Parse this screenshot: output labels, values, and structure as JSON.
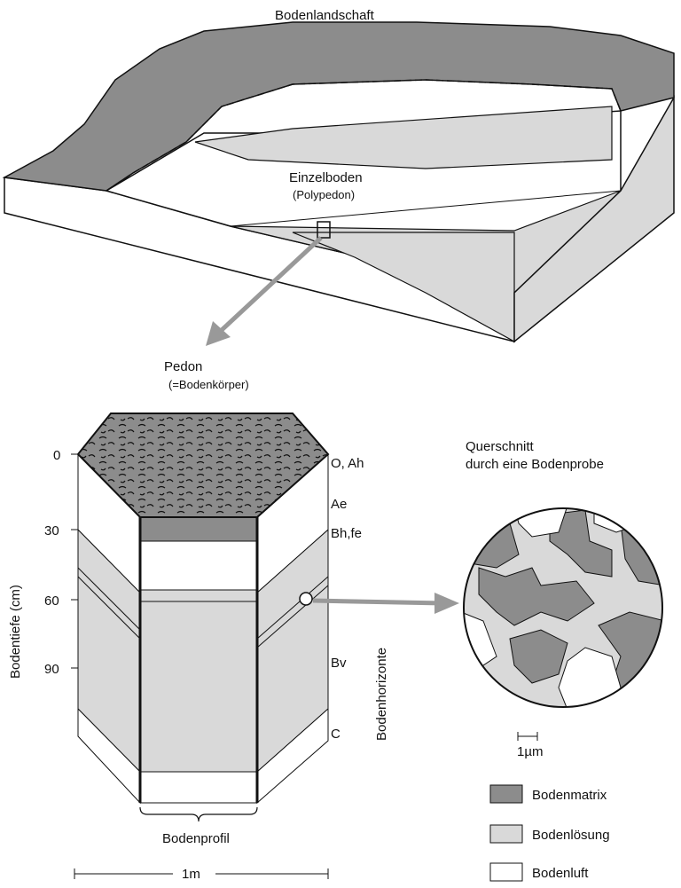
{
  "colors": {
    "matrix": "#8c8c8c",
    "solution": "#d9d9d9",
    "air": "#ffffff",
    "line": "#111111"
  },
  "landscape": {
    "title": "Bodenlandschaft",
    "polypedon_label": "Einzelboden",
    "polypedon_sub": "(Polypedon)"
  },
  "pedon": {
    "label": "Pedon",
    "sub": "(=Bodenkörper)"
  },
  "depth_axis": {
    "label": "Bodentiefe (cm)",
    "ticks": [
      "0",
      "30",
      "60",
      "90"
    ]
  },
  "horizons": {
    "axis_label": "Bodenhorizonte",
    "items": [
      "O, Ah",
      "Ae",
      "Bh,fe",
      "Bv",
      "C"
    ]
  },
  "profile": {
    "label": "Bodenprofil",
    "scale": "1m"
  },
  "cross_section": {
    "title_line1": "Querschnitt",
    "title_line2": "durch eine Bodenprobe",
    "scale": "1µm"
  },
  "legend": [
    {
      "label": "Bodenmatrix",
      "color": "#8c8c8c"
    },
    {
      "label": "Bodenlösung",
      "color": "#d9d9d9"
    },
    {
      "label": "Bodenluft",
      "color": "#ffffff"
    }
  ]
}
